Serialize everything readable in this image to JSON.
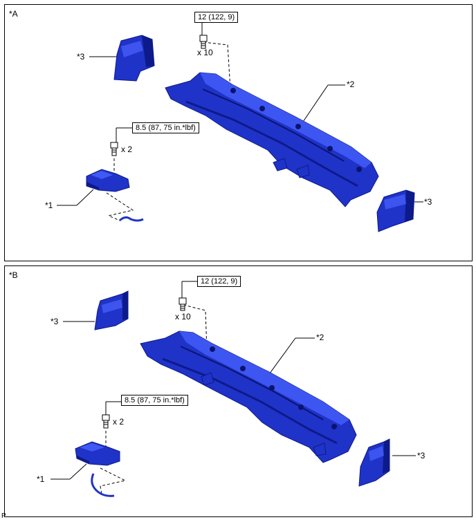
{
  "panels": [
    {
      "tag": "*A",
      "part_labels": {
        "bracket": "*1",
        "beam": "*2",
        "cover_left": "*3",
        "cover_right": "*3"
      },
      "bolt_groups": [
        {
          "torque": "12 (122, 9)",
          "quantity": "x 10"
        },
        {
          "torque": "8.5 (87, 75 in.*lbf)",
          "quantity": "x 2"
        }
      ]
    },
    {
      "tag": "*B",
      "part_labels": {
        "bracket": "*1",
        "beam": "*2",
        "cover_left": "*3",
        "cover_right": "*3"
      },
      "bolt_groups": [
        {
          "torque": "12 (122, 9)",
          "quantity": "x 10"
        },
        {
          "torque": "8.5 (87, 75 in.*lbf)",
          "quantity": "x 2"
        }
      ]
    }
  ],
  "footer_code": "P",
  "colors": {
    "part_fill": "#1f33c8",
    "part_dark": "#0d1a8a",
    "part_light": "#4a63ff",
    "line": "#000000"
  },
  "icons": {
    "bolt": "hex-bolt-icon"
  }
}
